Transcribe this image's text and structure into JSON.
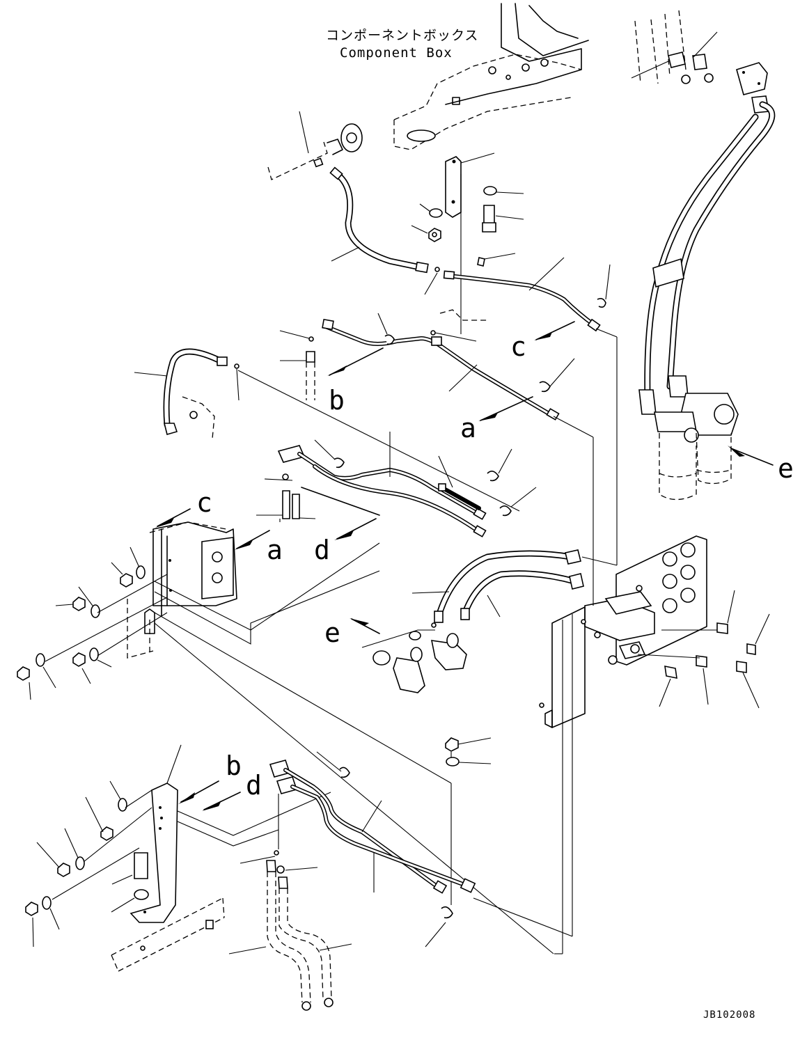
{
  "component_box": {
    "label_jp": "コンポーネントボックス",
    "label_en": "Component Box"
  },
  "view_letters": {
    "c_upper": "c",
    "b_upper": "b",
    "a_upper": "a",
    "e_right": "e",
    "c_left": "c",
    "a_left": "a",
    "d_left": "d",
    "e_mid": "e",
    "b_lower": "b",
    "d_lower": "d"
  },
  "drawing_code": "JB102008"
}
